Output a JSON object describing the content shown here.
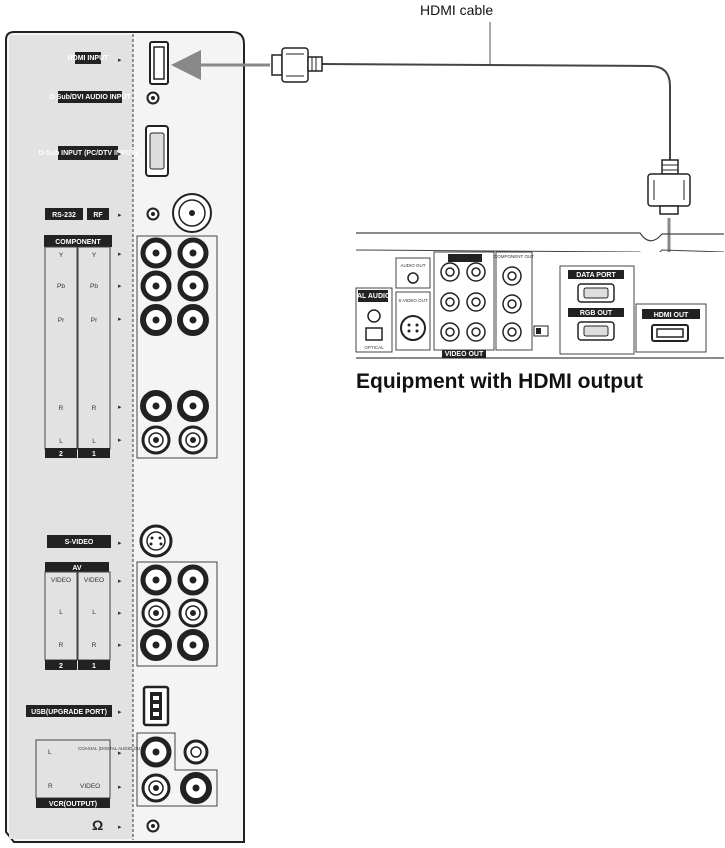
{
  "caption": {
    "cable": "HDMI cable",
    "equipment": "Equipment with HDMI output"
  },
  "tv_panel": {
    "hdmi_input": "HDMI INPUT",
    "pc_audio_input": "D-Sub/DVI AUDIO INPUT",
    "pc_input": "D-Sub INPUT (PC/DTV INPUT)",
    "rs232": "RS-232",
    "rf": "RF",
    "component": "COMPONENT",
    "comp_y": "Y",
    "comp_pb": "Pb",
    "comp_pr": "Pr",
    "comp_r": "R",
    "comp_l": "L",
    "num_2": "2",
    "num_1": "1",
    "svideo": "S-VIDEO",
    "av": "AV",
    "av_video": "VIDEO",
    "av_l": "L",
    "av_r": "R",
    "usb": "USB(UPGRADE PORT)",
    "coaxial": "COAXIAL (DIGITAL AUDIO OUT)",
    "vcr_l": "L",
    "vcr_r": "R",
    "vcr_video": "VIDEO",
    "vcr_output": "VCR(OUTPUT)",
    "headphone": "Ω"
  },
  "equipment_panel": {
    "digital_audio_out": "DIGITAL AUDIO OUT",
    "optical": "OPTICAL",
    "audio_out": "AUDIO OUT",
    "svideo_out": "S-VIDEO OUT",
    "video_out": "VIDEO OUT",
    "component_out": "COMPONENT OUT",
    "data_port": "DATA PORT",
    "rgb_out": "RGB OUT",
    "hdmi_out": "HDMI OUT"
  }
}
